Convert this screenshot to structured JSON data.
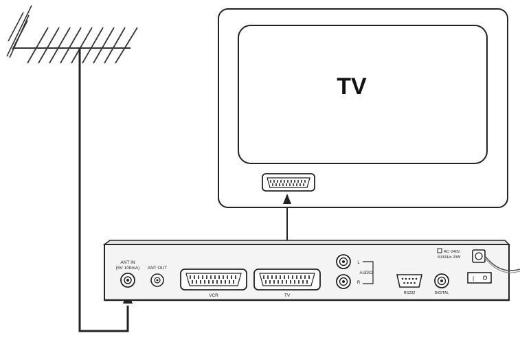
{
  "tv": {
    "label": "TV"
  },
  "receiver": {
    "ant_in_label_1": "ANT IN",
    "ant_in_label_2": "(5V 100mA)",
    "ant_out_label": "ANT OUT",
    "vcr_label": "VCR",
    "tv_scart_label": "TV",
    "audio_label": "AUDIO",
    "audio_l": "L",
    "audio_r": "R",
    "rs232_label": "RS232",
    "digital_label": "DIGITAL",
    "power_label_1": "AC~240V",
    "power_label_2": "50/60Hz 20W"
  },
  "colors": {
    "line": "#222222",
    "panel_face": "#f4f4f4",
    "background": "#ffffff"
  }
}
